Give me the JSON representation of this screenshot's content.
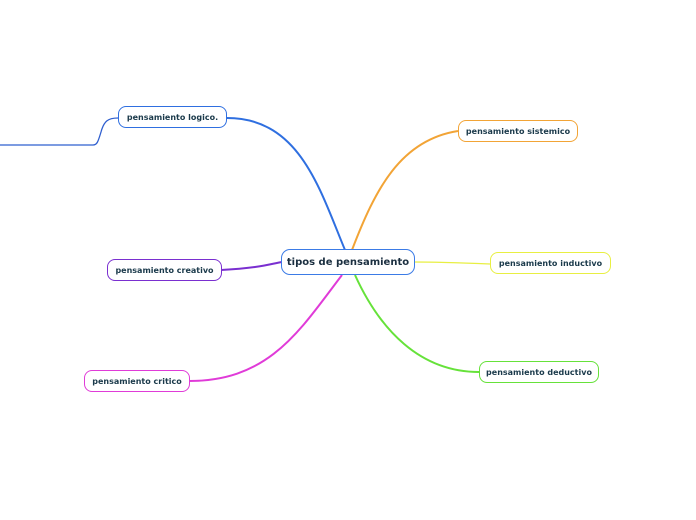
{
  "central": {
    "label": "tipos de pensamiento",
    "color": "#3b7be6"
  },
  "branches": {
    "logico": {
      "label": "pensamiento logico.",
      "color": "#2f6fe0"
    },
    "creativo": {
      "label": "pensamiento creativo",
      "color": "#7a2fd0"
    },
    "critico": {
      "label": "pensamiento critico",
      "color": "#e03bd8"
    },
    "sistemico": {
      "label": "pensamiento sistemico",
      "color": "#f2a436"
    },
    "inductivo": {
      "label": "pensamiento inductivo",
      "color": "#e8ef42"
    },
    "deductivo": {
      "label": "pensamiento deductivo",
      "color": "#66e23a"
    }
  },
  "detached_branch": {
    "color": "#2f5fcf"
  }
}
